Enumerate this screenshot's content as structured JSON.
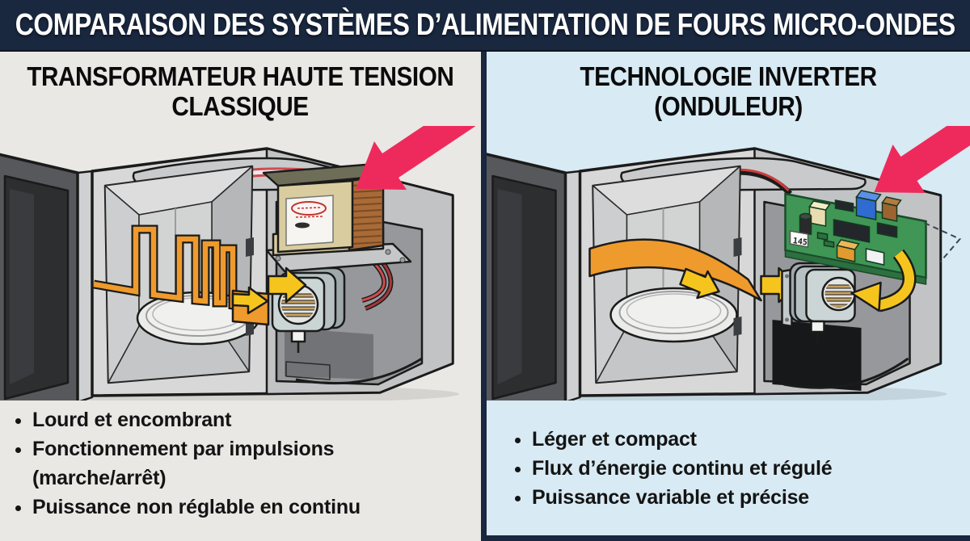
{
  "banner": {
    "title": "COMPARAISON DES SYSTÈMES D’ALIMENTATION DE FOURS MICRO-ONDES",
    "bg_color": "#19273f",
    "text_color": "#ffffff"
  },
  "panels": {
    "classic": {
      "title_line1": "TRANSFORMATEUR HAUTE TENSION",
      "title_line2": "CLASSIQUE",
      "bg_color": "#e9e8e5",
      "bullets": [
        "Lourd et encombrant",
        "Fonctionnement par impulsions\n(marche/arrêt)",
        "Puissance non réglable en continu"
      ]
    },
    "inverter": {
      "title_line1": "TECHNOLOGIE INVERTER",
      "title_line2": "(ONDULEUR)",
      "bg_color": "#d8eaf3",
      "pcb_label": "145",
      "bullets": [
        "Léger et compact",
        "Flux d’énergie continu et régulé",
        "Puissance variable et précise"
      ]
    }
  },
  "colors": {
    "highlight_arrow_pink": "#ee2a5c",
    "energy_flow_orange": "#ef9a2c",
    "arrow_yellow": "#f6c51d",
    "pcb_green": "#3f9655",
    "banner_navy": "#19273f"
  }
}
